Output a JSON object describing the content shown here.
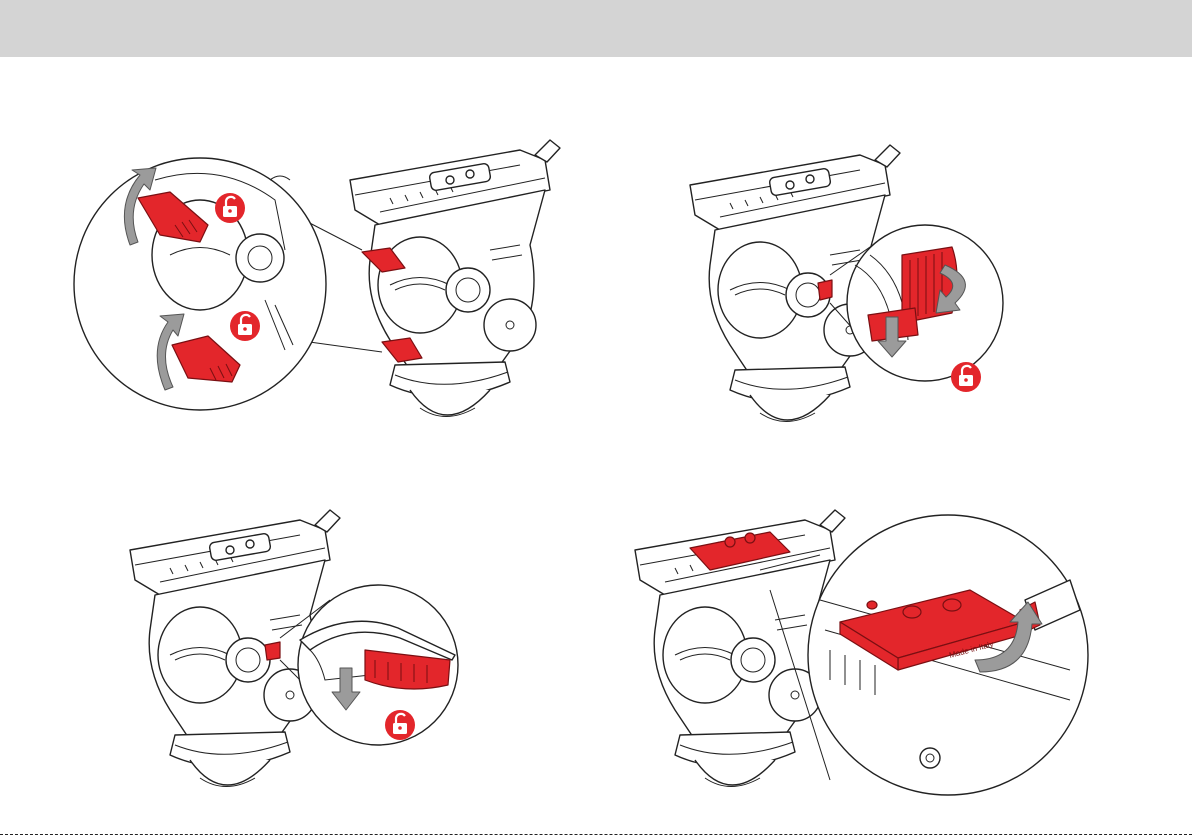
{
  "header": {
    "background": "#d4d4d4"
  },
  "colors": {
    "accent": "#e3262b",
    "line": "#222222",
    "arrow": "#9b9b9b"
  },
  "figures": [
    {
      "icon": "unlock-icon",
      "arrows": "rotate-up"
    },
    {
      "icon": "unlock-icon",
      "arrows": "rotate-and-press-down"
    },
    {
      "icon": "unlock-icon",
      "arrows": "press-down"
    },
    {
      "icon": "none",
      "arrows": "lift-plate",
      "plate_text": "Made in Italy"
    }
  ]
}
